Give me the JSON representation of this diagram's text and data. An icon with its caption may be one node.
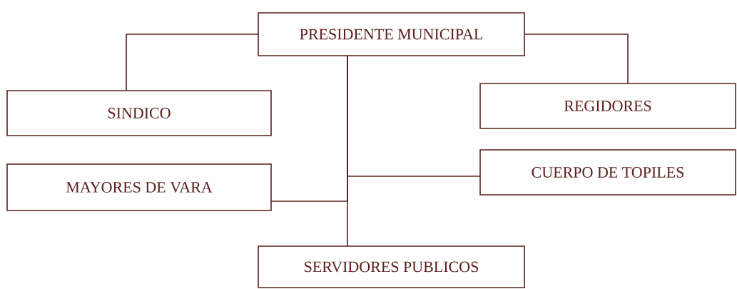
{
  "diagram": {
    "nodes": [
      {
        "text": [
          "PRESIDENTE MUNICIPAL"
        ]
      },
      {
        "text": [
          "SINDICO"
        ]
      },
      {
        "text": [
          "REGIDORES"
        ]
      },
      {
        "text": [
          "MAYORES DE VARA"
        ]
      },
      {
        "text": [
          "CUERPO DE TOPILES"
        ]
      },
      {
        "text": [
          "SERVIDORES PUBLICOS"
        ]
      }
    ],
    "edges": [
      {
        "from": 0,
        "to": 1,
        "arrow": "none"
      },
      {
        "from": 0,
        "to": 2,
        "arrow": "none"
      },
      {
        "from": 0,
        "to": 3,
        "arrow": "none"
      },
      {
        "from": 0,
        "to": 4,
        "arrow": "none"
      },
      {
        "from": 0,
        "to": 5,
        "arrow": "none"
      }
    ]
  }
}
